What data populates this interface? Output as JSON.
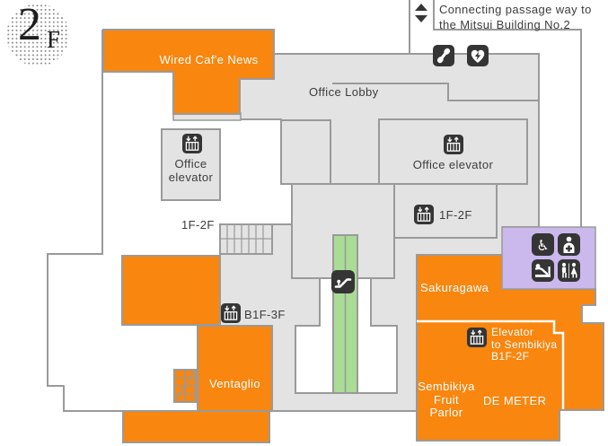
{
  "floor_badge": {
    "number": "2",
    "suffix": "F"
  },
  "header": {
    "connecting_line1": "Connecting passage way to",
    "connecting_line2": "the Mitsui Building No.2"
  },
  "areas": {
    "office_lobby": "Office Lobby",
    "wired_cafe_news": "Wired Caf'e News",
    "sakuragawa": "Sakuragawa",
    "ventaglio": "Ventaglio",
    "sembikiya_l1": "Sembikiya",
    "sembikiya_l2": "Fruit",
    "sembikiya_l3": "Parlor",
    "de_meter": "DE METER"
  },
  "facilities": {
    "office_elevator_left_l1": "Office",
    "office_elevator_left_l2": "elevator",
    "office_elevator_right": "Office elevator",
    "elevator_1f_2f": "1F-2F",
    "stairs_1f_2f": "1F-2F",
    "elevator_b1f_3f": "B1F-3F",
    "sembikiya_elevator_l1": "Elevator",
    "sembikiya_elevator_l2": "to Sembikiya",
    "sembikiya_elevator_l3": "B1F-2F"
  },
  "icon_names": [
    "up-down-arrow",
    "public-phone",
    "aed",
    "elevator",
    "stairs",
    "escalator",
    "wheelchair",
    "nursing-room",
    "baby-changing",
    "restroom"
  ],
  "colors": {
    "shop_orange": "#F8860F",
    "floor_gray": "#E3E3E3",
    "outline_gray": "#9A9A9A",
    "facility_purple": "#CBB8EC",
    "escalator_green": "#AADC96",
    "icon_dark": "#353535",
    "text_dark": "#3C3C3C",
    "text_white": "#FFFFFF"
  }
}
